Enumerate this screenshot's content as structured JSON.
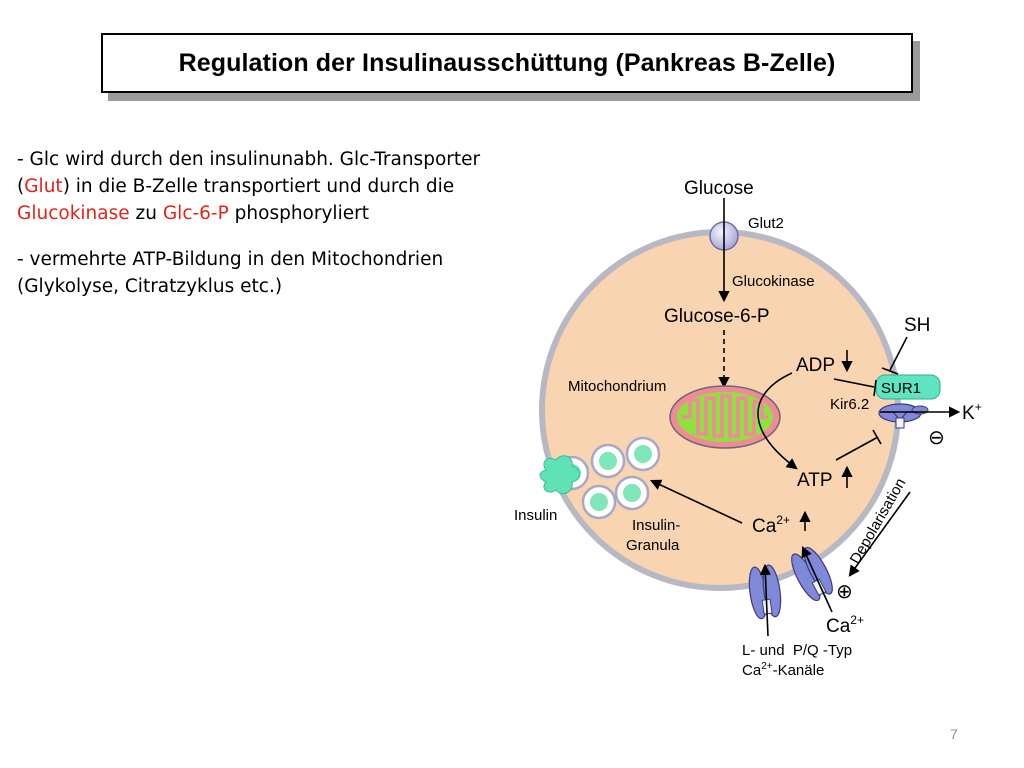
{
  "slide": {
    "title": "Regulation der Insulinausschüttung (Pankreas B-Zelle)",
    "page_number": "7"
  },
  "bullets": [
    {
      "parts": [
        {
          "text": "- Glc wird durch den insulinunabh. Glc-Transporter (",
          "color": "#000000"
        },
        {
          "text": "Glut",
          "color": "#e2231a"
        },
        {
          "text": ") in die B-Zelle transportiert und durch die ",
          "color": "#000000"
        },
        {
          "text": "Glucokinase",
          "color": "#e2231a"
        },
        {
          "text": " zu ",
          "color": "#000000"
        },
        {
          "text": "Glc-6-P",
          "color": "#e2231a"
        },
        {
          "text": " phosphoryliert",
          "color": "#000000"
        }
      ]
    },
    {
      "parts": [
        {
          "text": "- vermehrte ATP-Bildung in den Mitochondrien (Glykolyse, Citratzyklus etc.)",
          "color": "#000000"
        }
      ]
    }
  ],
  "diagram": {
    "glucose": "Glucose",
    "glut2": "Glut2",
    "glucokinase": "Glucokinase",
    "glucose6p": "Glucose-6-P",
    "sh": "SH",
    "adp": "ADP",
    "sur1": "SUR1",
    "kir": "Kir6.2",
    "k_ion": "K",
    "k_charge": "+",
    "mitochondrium": "Mitochondrium",
    "atp": "ATP",
    "depolarisation": "Depolarisation",
    "insulin": "Insulin",
    "granula_line1": "Insulin-",
    "granula_line2": "Granula",
    "ca_inside": "Ca",
    "ca_inside_sup": "2+",
    "ca_outside": "Ca",
    "ca_outside_sup": "2+",
    "channels_line1": "L- und  P/Q -Typ",
    "channels_line2_pre": "Ca",
    "channels_line2_sup": "2+",
    "channels_line2_post": "-Kanäle",
    "minus_symbol": "⊖",
    "plus_symbol": "⊕"
  },
  "colors": {
    "title_shadow": "#9a9a9a",
    "highlight_red": "#e2231a",
    "cell_fill": "#f8d4b0",
    "cell_border": "#b8b8c4",
    "mito_green": "#90e040",
    "mito_pink": "#f08a9a",
    "sur1_teal": "#5ee4c0",
    "channel_purple": "#8088d8",
    "granule_green": "#7ee6b8",
    "insulin_teal": "#5ee2b6"
  }
}
